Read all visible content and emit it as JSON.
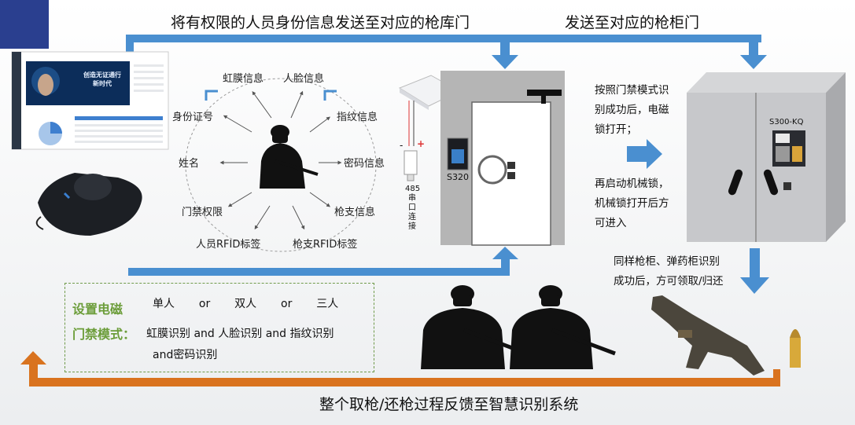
{
  "titles": {
    "top_left": "将有权限的人员身份信息发送至对应的枪库门",
    "top_right": "发送至对应的枪柜门",
    "bottom": "整个取枪/还枪过程反馈至智慧识别系统"
  },
  "identity_labels": {
    "iris": "虹膜信息",
    "face": "人脸信息",
    "id": "身份证号",
    "fingerprint": "指纹信息",
    "name": "姓名",
    "password": "密码信息",
    "access": "门禁权限",
    "gun": "枪支信息",
    "person_rfid": "人员RFID标签",
    "gun_rfid": "枪支RFID标签"
  },
  "device": {
    "reader_model": "S320",
    "connection": [
      "485",
      "串",
      "口",
      "连",
      "接"
    ],
    "polarity_neg": "-",
    "polarity_pos": "+",
    "cabinet_model": "S300-KQ"
  },
  "screen": {
    "banner_line1": "创造无证通行",
    "banner_line2": "新时代"
  },
  "notes": {
    "door": [
      "按照门禁模式识",
      "别成功后，电磁",
      "锁打开；"
    ],
    "lock": [
      "再启动机械锁，",
      "机械锁打开后方",
      "可进入"
    ],
    "cabinet": [
      "同样枪柜、弹药柜识别",
      "成功后，方可领取/归还"
    ]
  },
  "mode": {
    "heading": [
      "设置电磁",
      "门禁模式："
    ],
    "line1": {
      "a": "单人",
      "or1": "or",
      "b": "双人",
      "or2": "or",
      "c": "三人"
    },
    "line2": "虹膜识别 and 人脸识别 and 指纹识别",
    "line3": "and密码识别"
  },
  "colors": {
    "flow_blue": "#4a8fd0",
    "feedback_orange": "#d9731f",
    "mode_green": "#6c9d3a",
    "corner_navy": "#2a3f8f"
  }
}
